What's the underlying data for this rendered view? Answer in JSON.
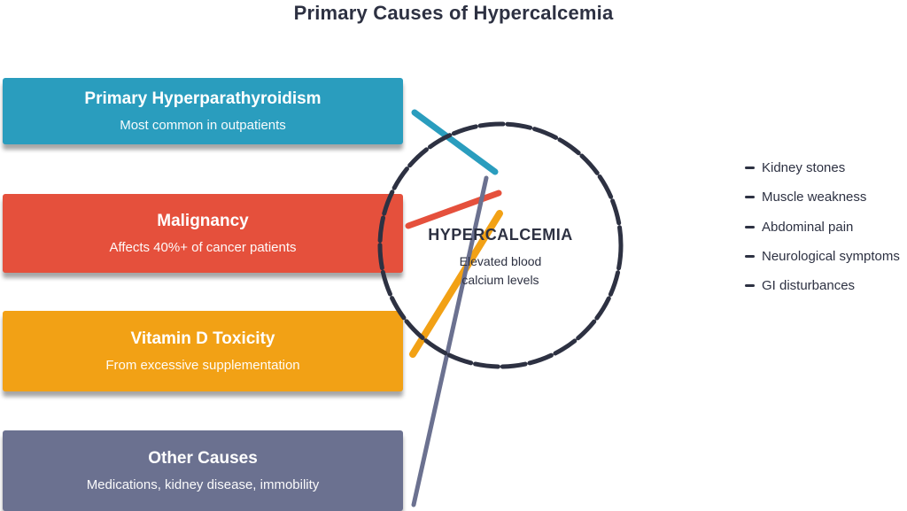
{
  "title": "Primary Causes of Hypercalcemia",
  "colors": {
    "ink": "#2d3142",
    "background": "#ffffff",
    "teal": "#2a9dbe",
    "red": "#e5503c",
    "orange": "#f2a115",
    "gray": "#6b7190"
  },
  "causes": [
    {
      "label": "Primary Hyperparathyroidism",
      "sublabel": "Most common in outpatients",
      "color": "#2a9dbe"
    },
    {
      "label": "Malignancy",
      "sublabel": "Affects 40%+ of cancer patients",
      "color": "#e5503c"
    },
    {
      "label": "Vitamin D Toxicity",
      "sublabel": "From excessive supplementation",
      "color": "#f2a115"
    },
    {
      "label": "Other Causes",
      "sublabel": "Medications, kidney disease, immobility",
      "color": "#6b7190"
    }
  ],
  "center": {
    "heading": "HYPERCALCEMIA",
    "subline1": "Elevated blood",
    "subline2": "calcium levels"
  },
  "symptoms": [
    {
      "label": "Kidney stones"
    },
    {
      "label": "Muscle weakness"
    },
    {
      "label": "Abdominal pain"
    },
    {
      "label": "Neurological symptoms"
    },
    {
      "label": "GI disturbances"
    }
  ]
}
